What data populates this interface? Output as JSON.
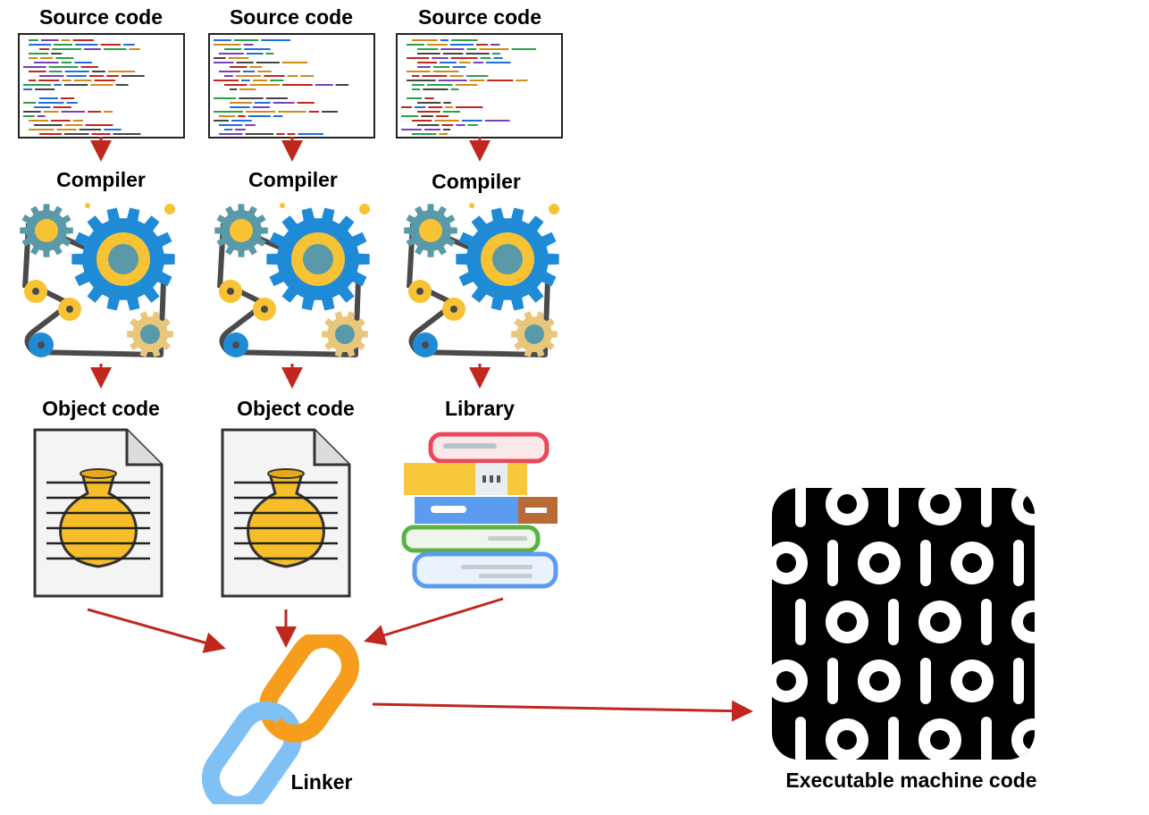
{
  "columns": [
    {
      "source_label": "Source code",
      "compiler_label": "Compiler",
      "output_label": "Object code",
      "output_kind": "object-file"
    },
    {
      "source_label": "Source code",
      "compiler_label": "Compiler",
      "output_label": "Object code",
      "output_kind": "object-file"
    },
    {
      "source_label": "Source code",
      "compiler_label": "Compiler",
      "output_label": "Library",
      "output_kind": "book-stack"
    }
  ],
  "linker": {
    "label": "Linker",
    "icon": "chain-link-icon"
  },
  "executable": {
    "label": "Executable machine code",
    "icon": "binary-code-icon"
  },
  "colors": {
    "arrow": "#c0271f",
    "gear_blue": "#1f8bd6",
    "gear_teal": "#5a9aa8",
    "gear_yellow": "#f7c234",
    "gear_tan": "#e9c77a",
    "chain_orange": "#f79d1e",
    "chain_blue": "#7fc0f5"
  }
}
